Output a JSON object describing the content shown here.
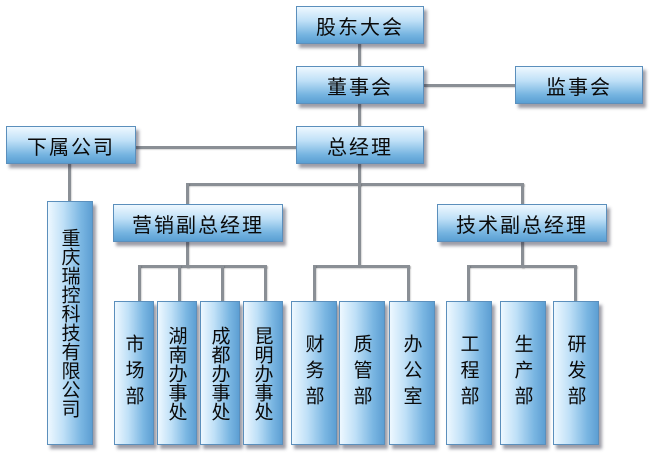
{
  "shareholders_meeting": "股东大会",
  "board_of_directors": "董事会",
  "supervisory_board": "监事会",
  "subsidiary": "下属公司",
  "general_manager": "总经理",
  "subsidiary_company": "重庆瑞控科技有限公司",
  "sales_vp": "营销副总经理",
  "tech_vp": "技术副总经理",
  "sales_units": [
    "市场部",
    "湖南办事处",
    "成都办事处",
    "昆明办事处"
  ],
  "gm_units": [
    "财务部",
    "质管部",
    "办公室"
  ],
  "tech_units": [
    "工程部",
    "生产部",
    "研发部"
  ]
}
